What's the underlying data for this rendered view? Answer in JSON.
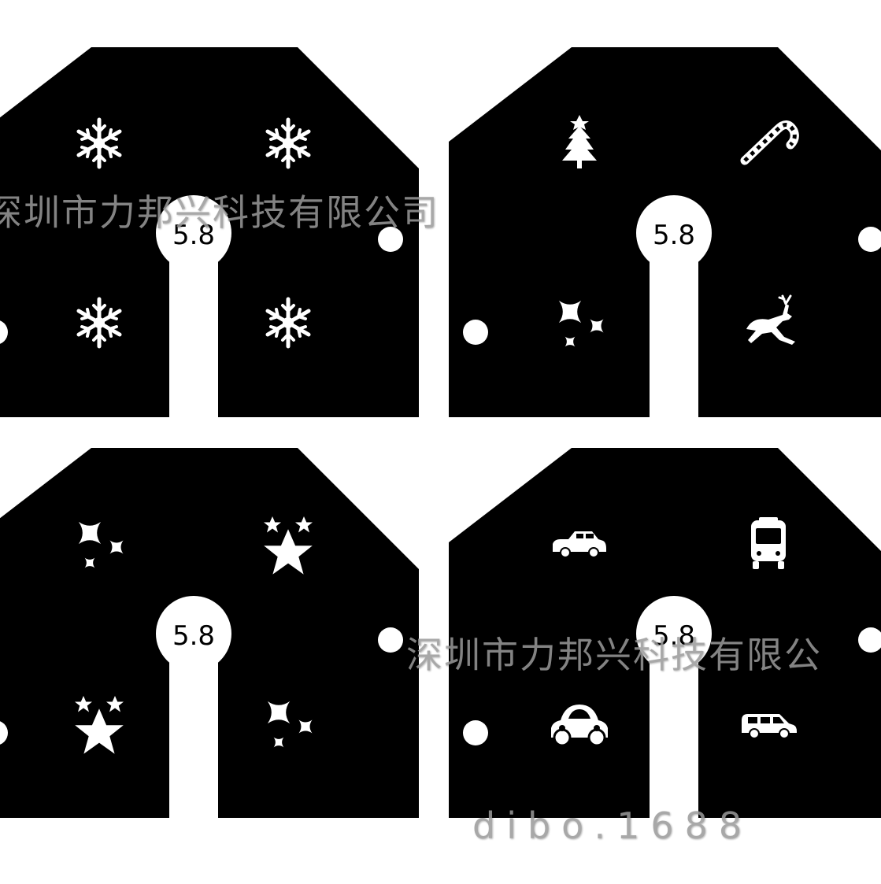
{
  "colors": {
    "card": "#000000",
    "cutout": "#ffffff",
    "watermark": "#9a9a9a"
  },
  "cards": [
    {
      "label": "5.8",
      "icons": [
        "snowflake-icon",
        "snowflake-icon",
        "snowflake-icon",
        "snowflake-icon"
      ]
    },
    {
      "label": "5.8",
      "icons": [
        "christmas-tree-icon",
        "candy-cane-icon",
        "sparkle-icon",
        "reindeer-icon"
      ]
    },
    {
      "label": "5.8",
      "icons": [
        "sparkle-icon",
        "star-icon",
        "star-icon",
        "sparkle-icon"
      ]
    },
    {
      "label": "5.8",
      "icons": [
        "car-icon",
        "bus-icon",
        "beetle-car-icon",
        "suv-icon"
      ]
    }
  ],
  "watermark": {
    "line1": "深圳市力邦兴科技有限公司",
    "line2": "深圳市力邦兴科技有限公",
    "line3": "dibo.1688"
  }
}
